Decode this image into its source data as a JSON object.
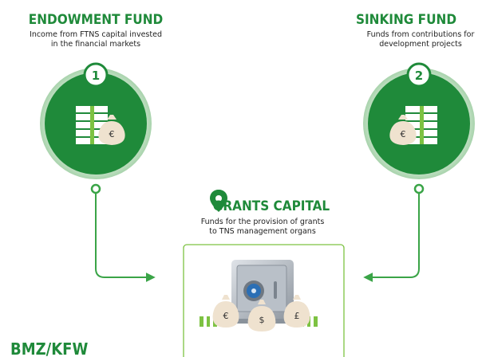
{
  "colors": {
    "primary_green": "#1f8a3a",
    "ring_green": "#3aa447",
    "light_green": "#4caf50",
    "lime": "#7dc242",
    "text": "#222222"
  },
  "endowment": {
    "title": "ENDOWMENT FUND",
    "desc_line1": "Income from FTNS capital invested",
    "desc_line2": "in the financial markets",
    "number": "1",
    "currency": "€",
    "icon": "money-bag-icon"
  },
  "sinking": {
    "title": "SINKING FUND",
    "desc_line1": "Funds from contributions for",
    "desc_line2": "development projects",
    "number": "2",
    "currency": "€",
    "icon": "money-bag-icon"
  },
  "grants": {
    "title": "GRANTS CAPITAL",
    "desc_line1": "Funds for the provision of grants",
    "desc_line2": "to TNS management organs",
    "pin_icon": "map-pin-icon",
    "safe_icon": "safe-icon",
    "bag_left": "€",
    "bag_middle": "$",
    "bag_right": "£"
  },
  "footer": {
    "label": "BMZ/KFW"
  }
}
